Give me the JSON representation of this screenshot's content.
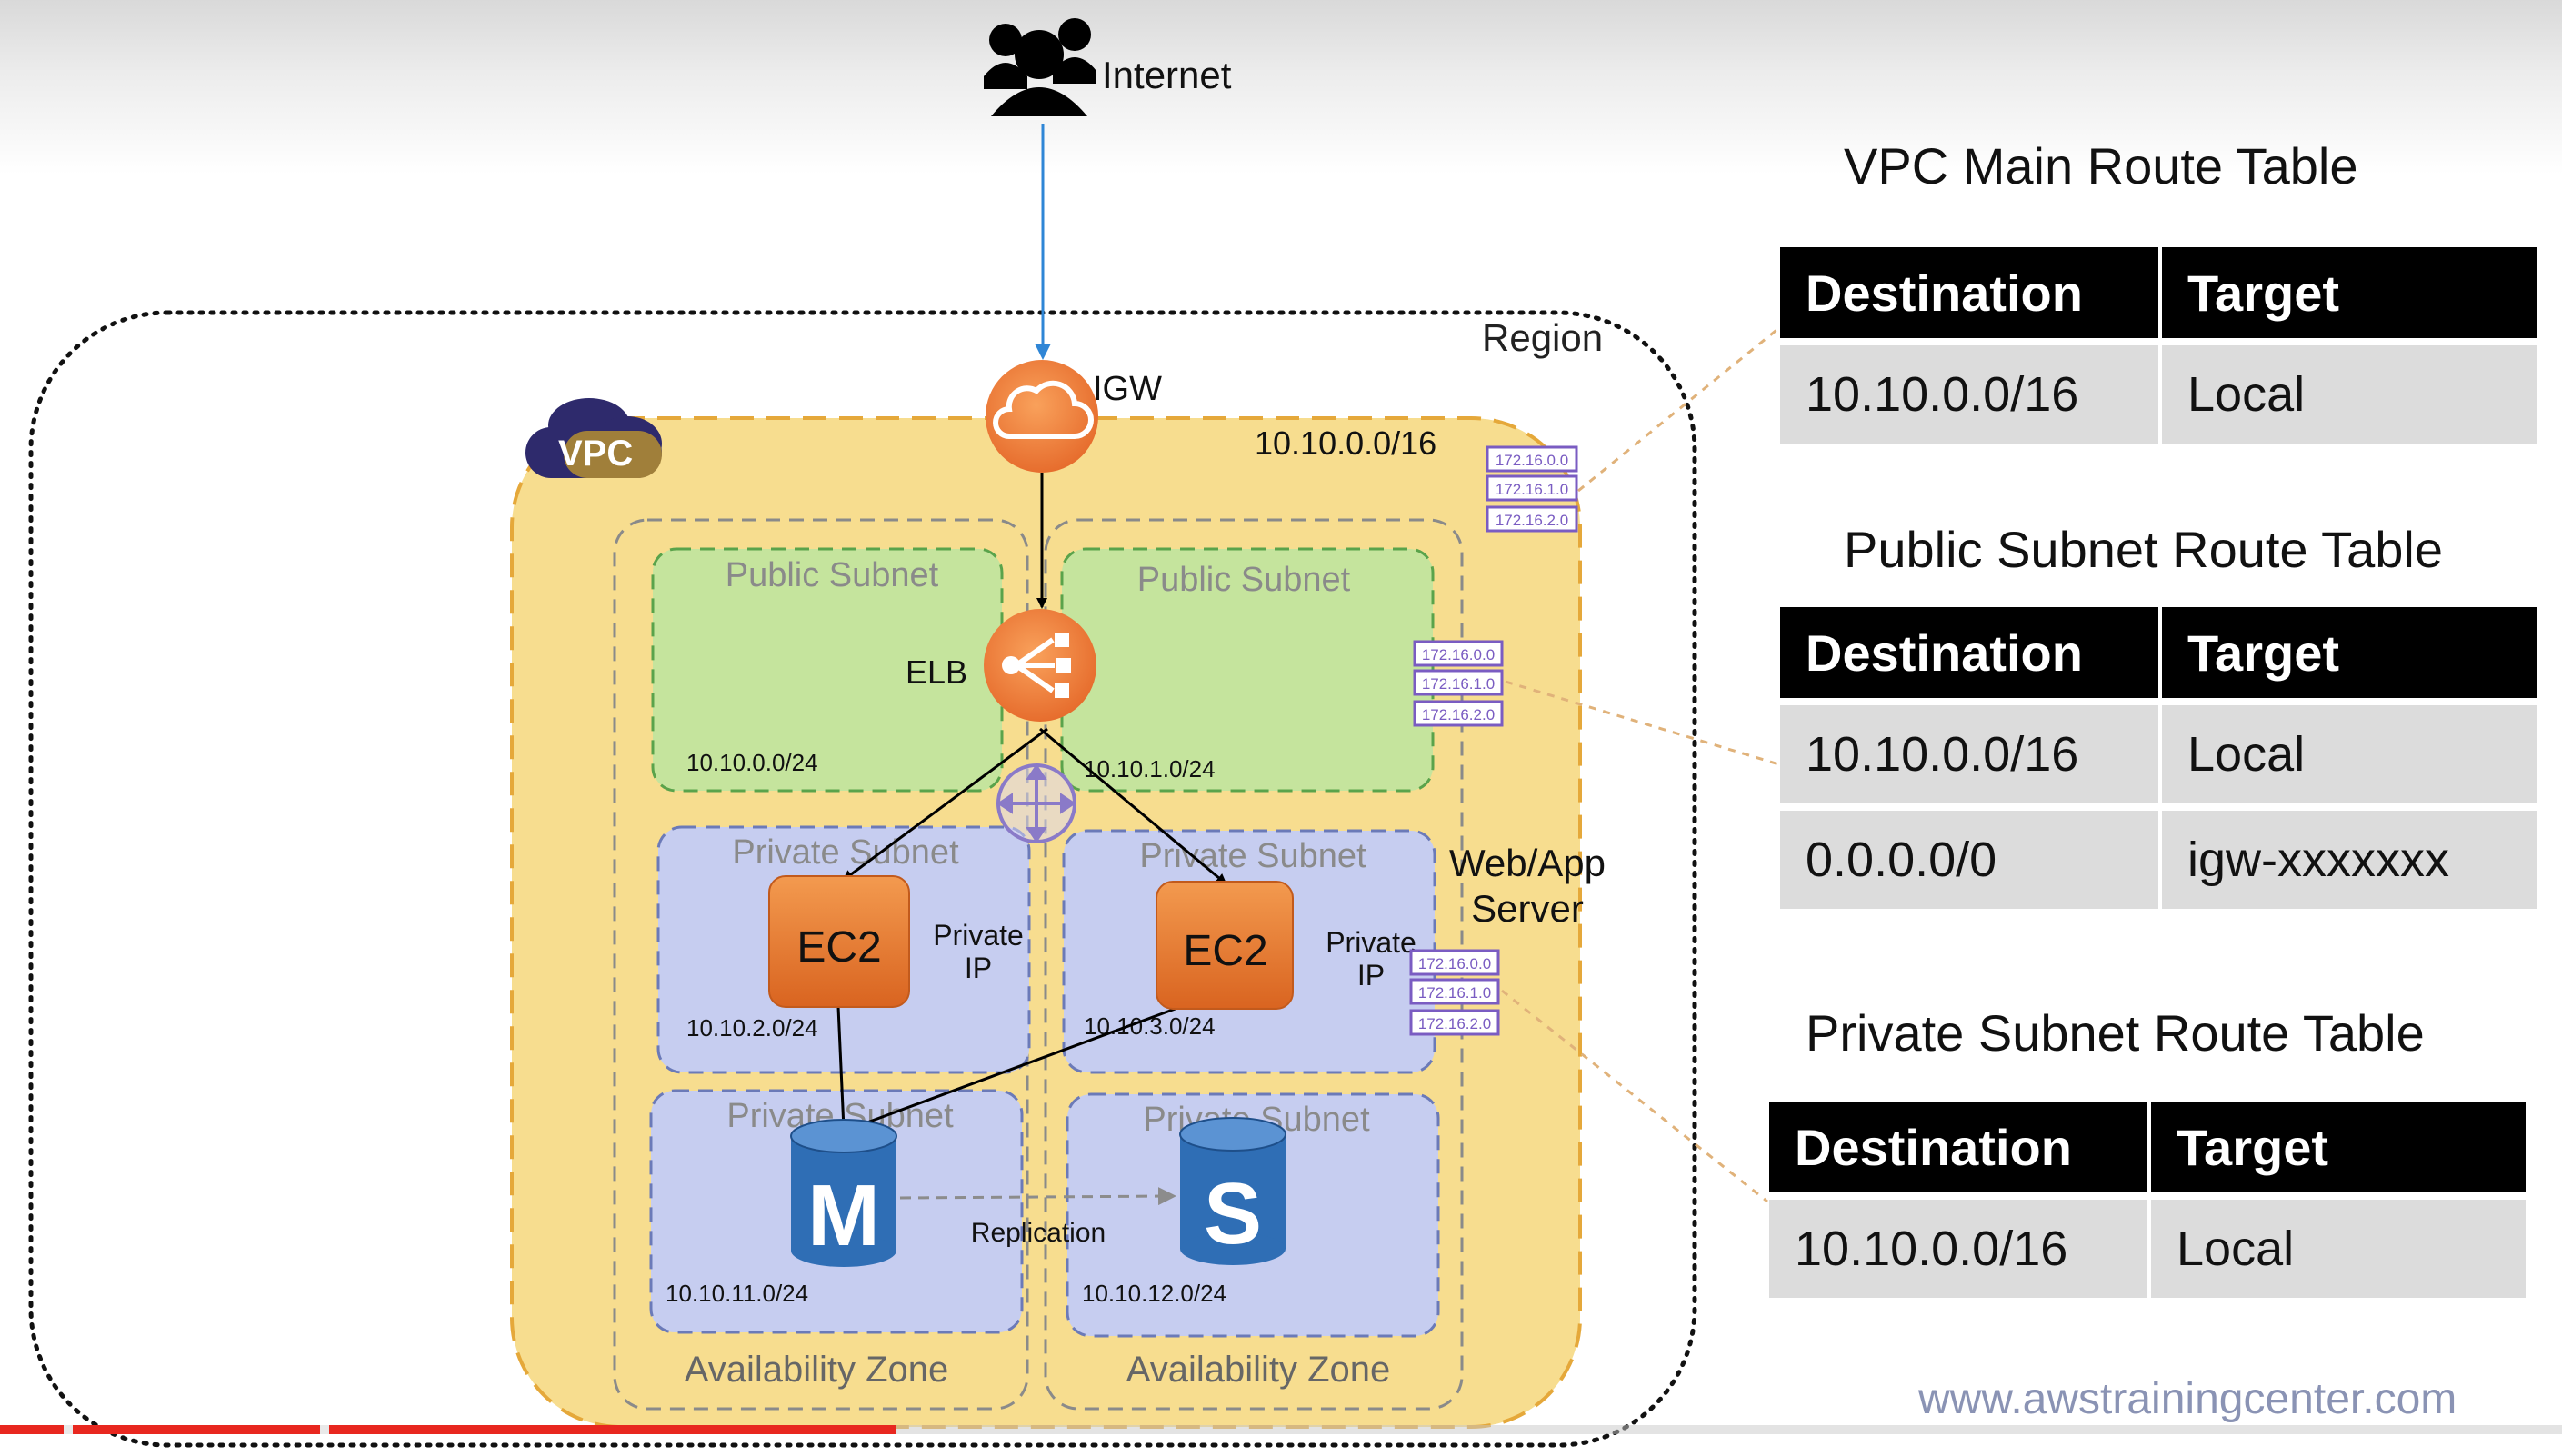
{
  "diagram": {
    "internet_label": "Internet",
    "region_label": "Region",
    "vpc_badge": "VPC",
    "igw_label": "IGW",
    "vpc_cidr": "10.10.0.0/16",
    "elb_label": "ELB",
    "public_subnet_label": "Public Subnet",
    "private_subnet_label": "Private Subnet",
    "az_label": "Availability Zone",
    "subnet_cidrs": {
      "public_a": "10.10.0.0/24",
      "public_b": "10.10.1.0/24",
      "private_a": "10.10.2.0/24",
      "private_b": "10.10.3.0/24",
      "db_a": "10.10.11.0/24",
      "db_b": "10.10.12.0/24"
    },
    "ec2_label": "EC2",
    "private_ip_line1": "Private",
    "private_ip_line2": "IP",
    "web_app_line1": "Web/App",
    "web_app_line2": "Server",
    "db_master_letter": "M",
    "db_slave_letter": "S",
    "replication_label": "Replication",
    "route_table_icon_rows": [
      "172.16.0.0",
      "172.16.1.0",
      "172.16.2.0"
    ]
  },
  "route_tables": [
    {
      "title": "VPC Main Route Table",
      "headers": [
        "Destination",
        "Target"
      ],
      "rows": [
        [
          "10.10.0.0/16",
          "Local"
        ]
      ]
    },
    {
      "title": "Public Subnet Route Table",
      "headers": [
        "Destination",
        "Target"
      ],
      "rows": [
        [
          "10.10.0.0/16",
          "Local"
        ],
        [
          "0.0.0.0/0",
          "igw-xxxxxxx"
        ]
      ]
    },
    {
      "title": "Private Subnet Route Table",
      "headers": [
        "Destination",
        "Target"
      ],
      "rows": [
        [
          "10.10.0.0/16",
          "Local"
        ]
      ]
    }
  ],
  "watermark": "www.awstrainingcenter.com",
  "video_progress": 0.35,
  "colors": {
    "vpc_fill": "#f7dd8f",
    "vpc_border": "#e5a83a",
    "public_subnet": "#c5e49d",
    "private_subnet": "#c6cdf0",
    "aws_orange": "#ec7f2e",
    "db_blue": "#2f6eb5",
    "vpc_cloud": "#2e2a6c",
    "progress_red": "#e8271f"
  }
}
